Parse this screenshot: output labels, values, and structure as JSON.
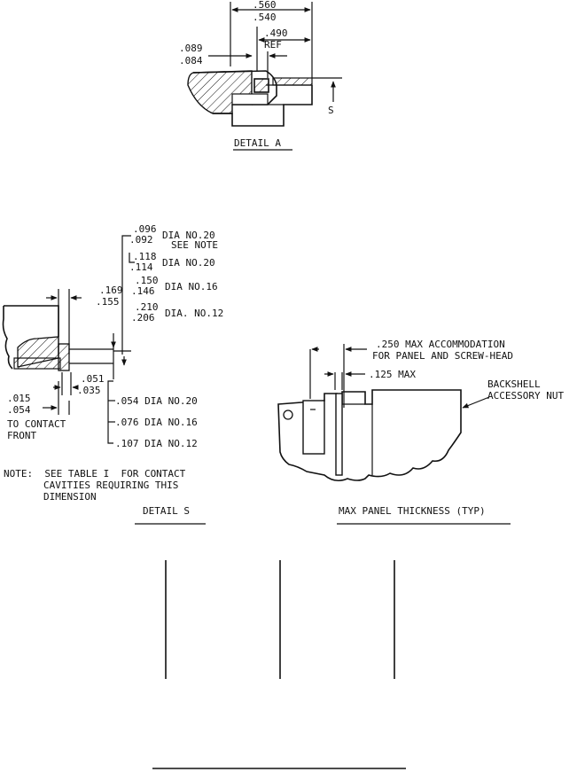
{
  "detail_a": {
    "dim_top_1": ".560",
    "dim_top_2": ".540",
    "dim_ref_1": ".490",
    "dim_ref_2": "REF",
    "dim_left_1": ".089",
    "dim_left_2": ".084",
    "s_label": "S",
    "title": "DETAIL A"
  },
  "detail_s": {
    "dia_096": ".096",
    "dia_092": ".092",
    "dia_096_label": "DIA NO.20",
    "see_note": "SEE NOTE",
    "dia_118": ".118",
    "dia_114": ".114",
    "dia_118_label": "DIA NO.20",
    "dia_150": ".150",
    "dia_146": ".146",
    "dia_150_label": "DIA NO.16",
    "dia_210": ".210",
    "dia_206": ".206",
    "dia_210_label": "DIA. NO.12",
    "dim_169": ".169",
    "dim_155": ".155",
    "dim_051": ".051",
    "dim_035": ".035",
    "dim_015": ".015",
    "dim_054": ".054",
    "to_contact": "TO CONTACT",
    "front": "FRONT",
    "dia_054": ".054 DIA NO.20",
    "dia_076": ".076 DIA NO.16",
    "dia_107": ".107 DIA NO.12",
    "note_line1": "NOTE:  SEE TABLE I  FOR CONTACT",
    "note_line2": "CAVITIES REQUIRING THIS",
    "note_line3": "DIMENSION",
    "title": "DETAIL S"
  },
  "panel": {
    "accom_line1": ".250 MAX ACCOMMODATION",
    "accom_line2": "FOR PANEL AND SCREW-HEAD",
    "max_125": ".125 MAX",
    "backshell_1": "BACKSHELL",
    "backshell_2": "ACCESSORY NUT",
    "title": "MAX PANEL THICKNESS (TYP)"
  }
}
